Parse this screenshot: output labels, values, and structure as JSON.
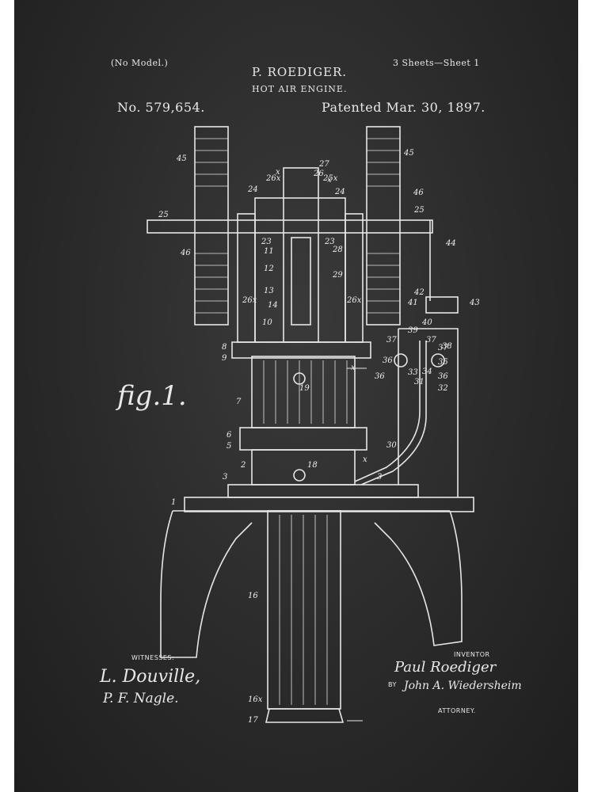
{
  "header": {
    "no_model": "(No Model.)",
    "inventor_name": "P. ROEDIGER.",
    "title": "HOT AIR ENGINE.",
    "sheets": "3 Sheets—Sheet 1",
    "patent_number": "No. 579,654.",
    "patent_date": "Patented Mar. 30, 1897."
  },
  "figure": {
    "label": "fig.1.",
    "part_labels": [
      "1",
      "2",
      "3",
      "3",
      "5",
      "6",
      "7",
      "8",
      "9",
      "10",
      "11",
      "12",
      "13",
      "14",
      "16",
      "16x",
      "17",
      "18",
      "19",
      "23",
      "23",
      "24",
      "24",
      "25",
      "25",
      "25x",
      "26",
      "26x",
      "26x",
      "26x",
      "27",
      "28",
      "29",
      "30",
      "31",
      "32",
      "33",
      "34",
      "35",
      "36",
      "36",
      "36",
      "37",
      "37",
      "37",
      "38",
      "39",
      "40",
      "41",
      "42",
      "43",
      "44",
      "45",
      "45",
      "46",
      "46",
      "x",
      "x",
      "x",
      "x"
    ]
  },
  "footer": {
    "witnesses_label": "WITNESSES:",
    "witness_1": "L. Douville,",
    "witness_2": "P. F. Nagle.",
    "inventor_label": "INVENTOR",
    "inventor_signature": "Paul Roediger",
    "by_label": "BY",
    "attorney_signature": "John A. Wiedersheim",
    "attorney_label": "ATTORNEY."
  },
  "colors": {
    "background": "#2a2a2a",
    "ink": "#e8e8e8"
  }
}
